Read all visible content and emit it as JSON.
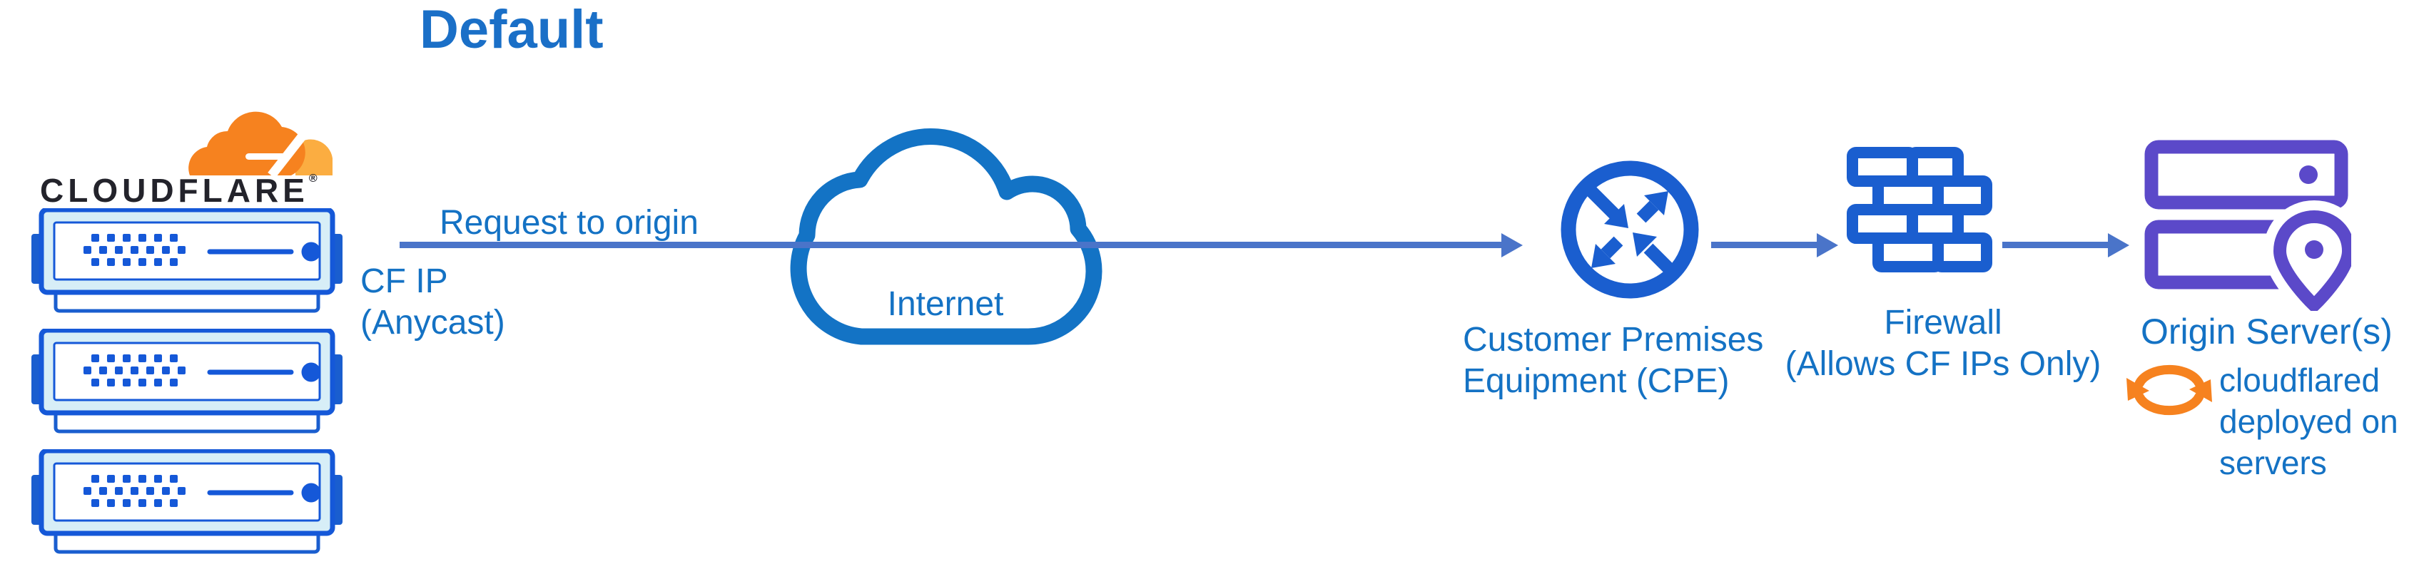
{
  "title": "Default",
  "logo": {
    "wordmark": "CLOUDFLARE",
    "registered_mark": "®"
  },
  "edge_labels": {
    "request_to_origin": "Request to origin",
    "cf_ip": [
      "CF IP",
      "(Anycast)"
    ]
  },
  "nodes": {
    "internet": {
      "label": "Internet"
    },
    "cpe": {
      "label": [
        "Customer Premises",
        "Equipment (CPE)"
      ]
    },
    "firewall": {
      "label": [
        "Firewall",
        "(Allows CF IPs Only)"
      ]
    },
    "origin": {
      "label": "Origin Server(s)",
      "note": [
        "cloudflared",
        "deployed on",
        "servers"
      ]
    }
  },
  "icons": [
    "cloudflare-logo-cloud-icon",
    "edge-server-icon",
    "internet-cloud-icon",
    "cpe-traffic-exchange-icon",
    "firewall-brick-wall-icon",
    "origin-servers-location-icon",
    "cloudflared-sync-arrows-icon"
  ],
  "colors": {
    "label_text_blue": "#1472C4",
    "title_blue": "#1A6FC7",
    "icon_blue": "#1A5ECF",
    "server_border_blue": "#1558D8",
    "server_fill_light_blue": "#D7EEF7",
    "arrow_slate_blue": "#4A74C9",
    "origin_purple": "#5B49C9",
    "cloudflare_orange": "#F6821F",
    "cloudflare_orange_light": "#FBAD41",
    "wordmark_black": "#23232B"
  }
}
